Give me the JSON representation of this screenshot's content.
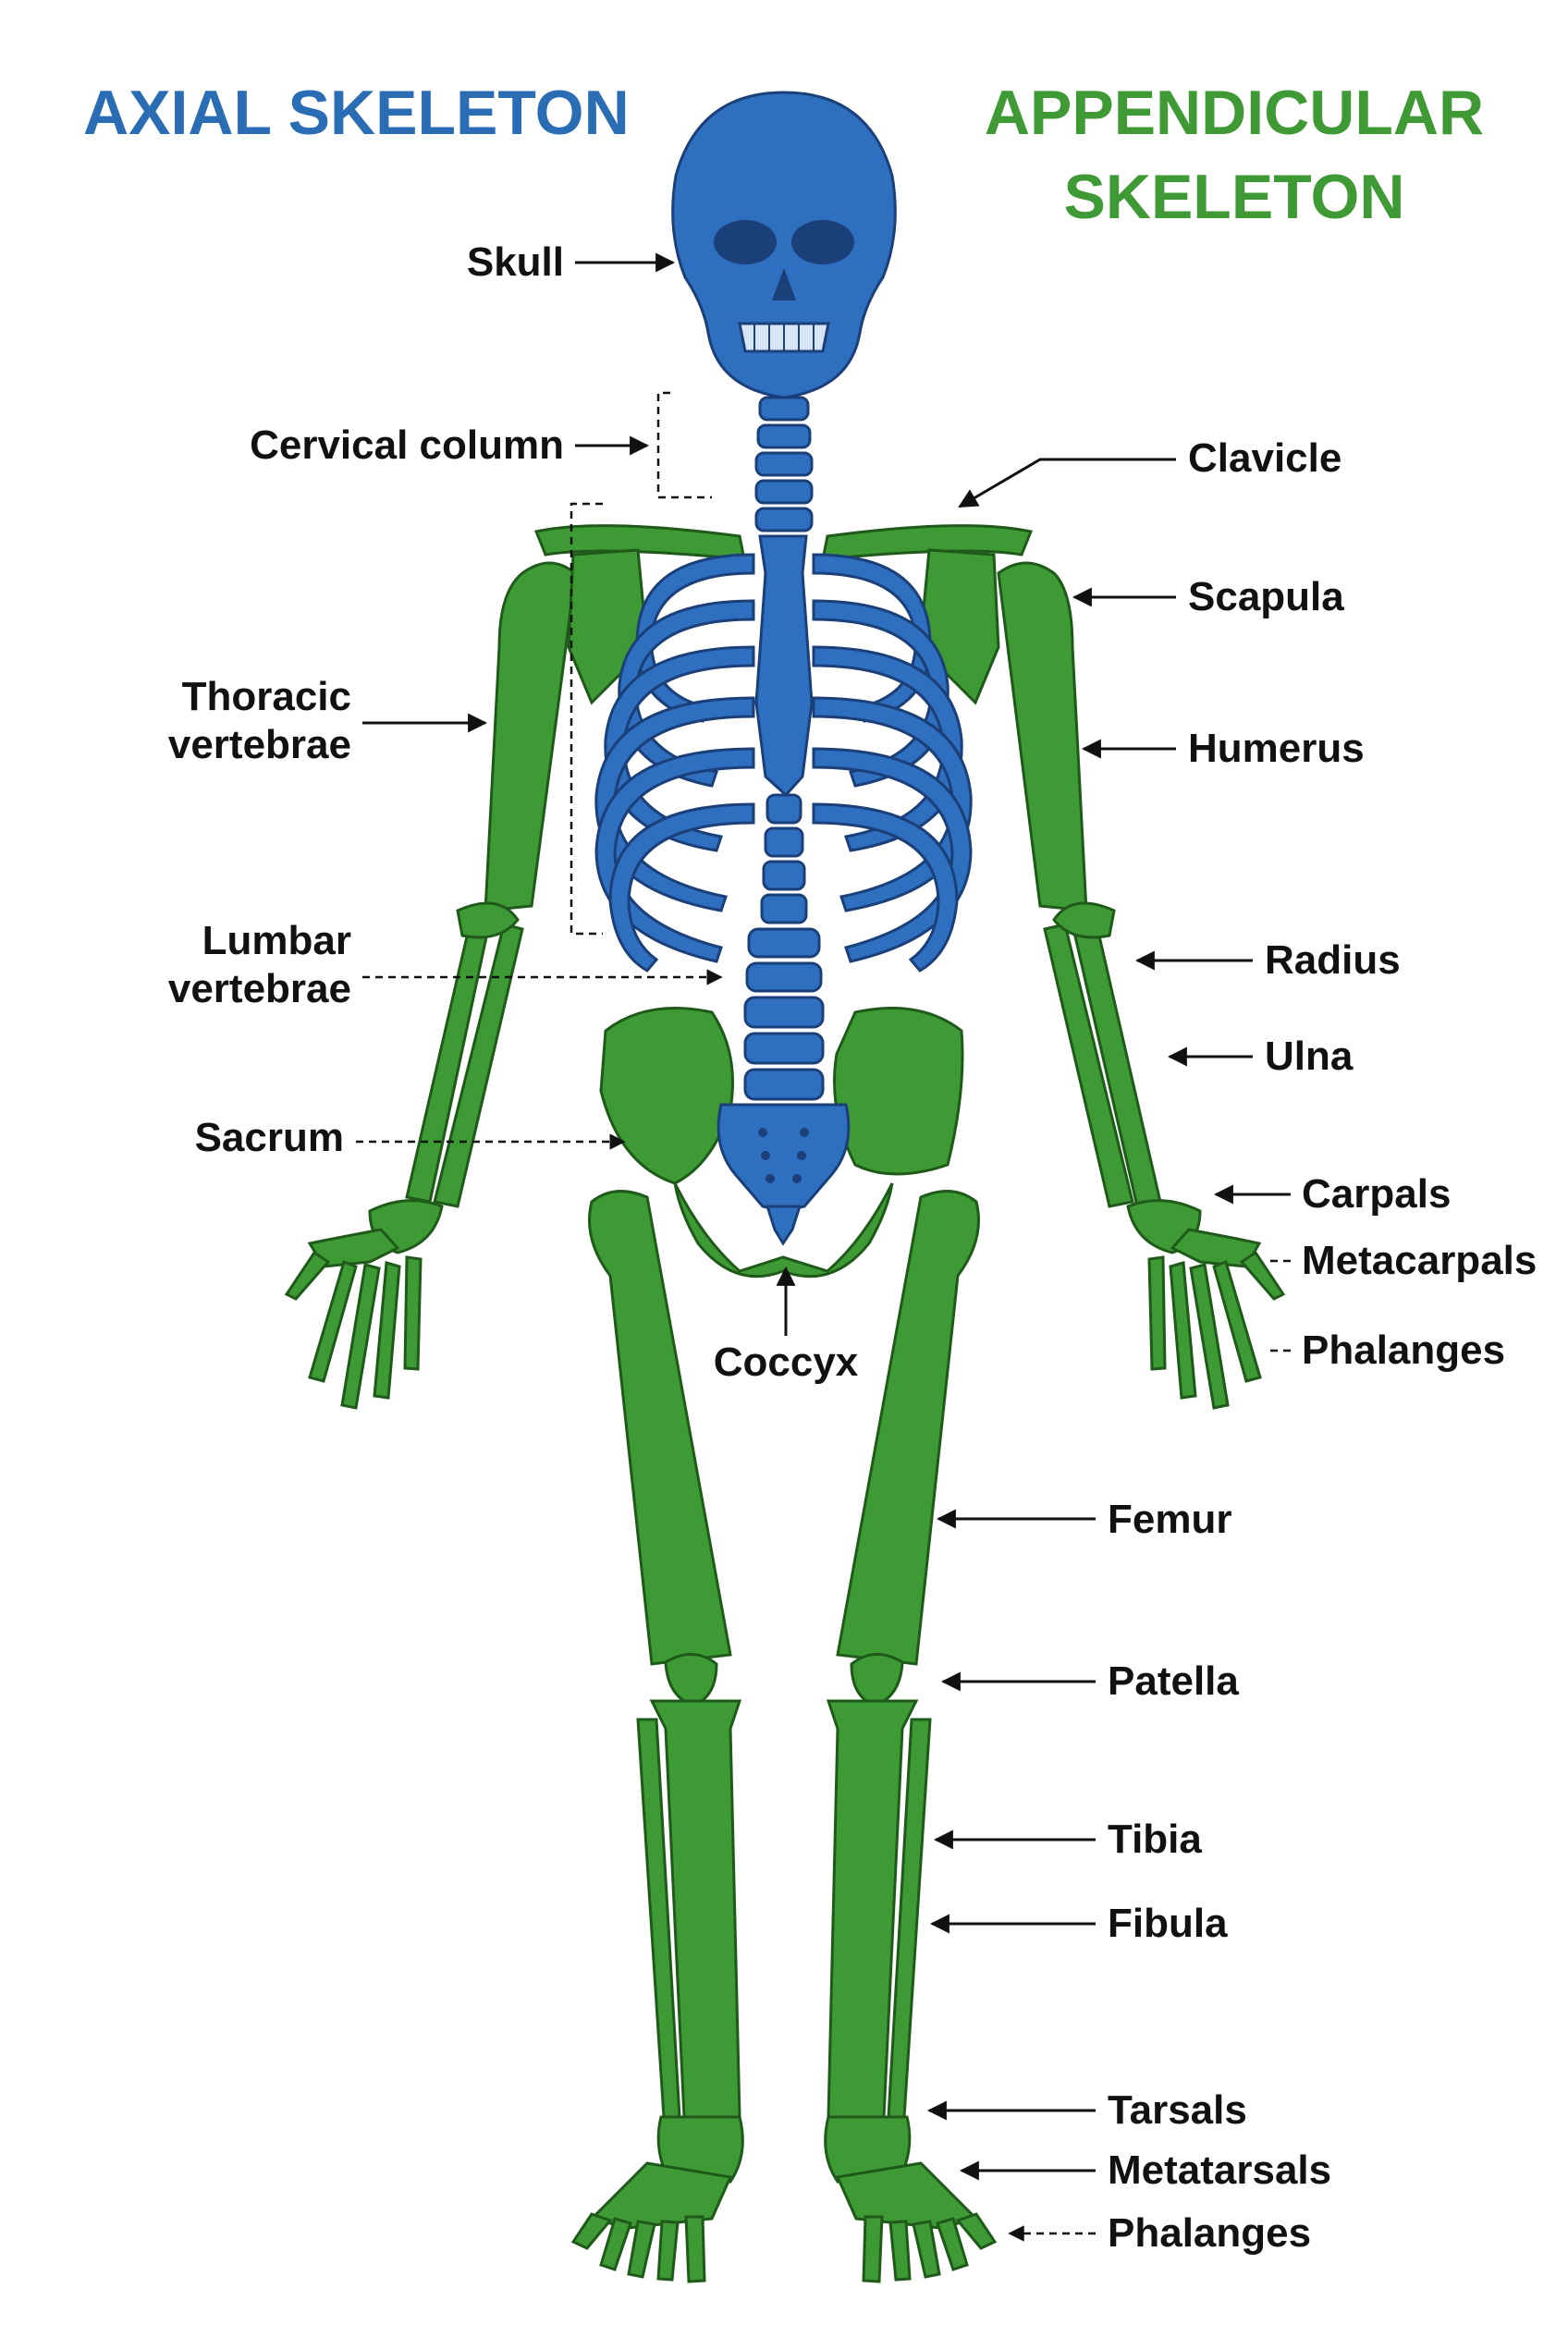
{
  "titles": {
    "axial": "AXIAL SKELETON",
    "appendicular_line1": "APPENDICULAR",
    "appendicular_line2": "SKELETON"
  },
  "colors": {
    "axial": "#2f6fc0",
    "axial_title": "#2a6db5",
    "appendicular": "#3e9a34",
    "appendicular_title": "#3f9a35",
    "label_text": "#111111"
  },
  "labels": {
    "skull": "Skull",
    "cervical": "Cervical column",
    "thoracic_1": "Thoracic",
    "thoracic_2": "vertebrae",
    "lumbar_1": "Lumbar",
    "lumbar_2": "vertebrae",
    "sacrum": "Sacrum",
    "coccyx": "Coccyx",
    "clavicle": "Clavicle",
    "scapula": "Scapula",
    "humerus": "Humerus",
    "radius": "Radius",
    "ulna": "Ulna",
    "carpals": "Carpals",
    "metacarpals": "Metacarpals",
    "phalanges_hand": "Phalanges",
    "femur": "Femur",
    "patella": "Patella",
    "tibia": "Tibia",
    "fibula": "Fibula",
    "tarsals": "Tarsals",
    "metatarsals": "Metatarsals",
    "phalanges_foot": "Phalanges"
  }
}
